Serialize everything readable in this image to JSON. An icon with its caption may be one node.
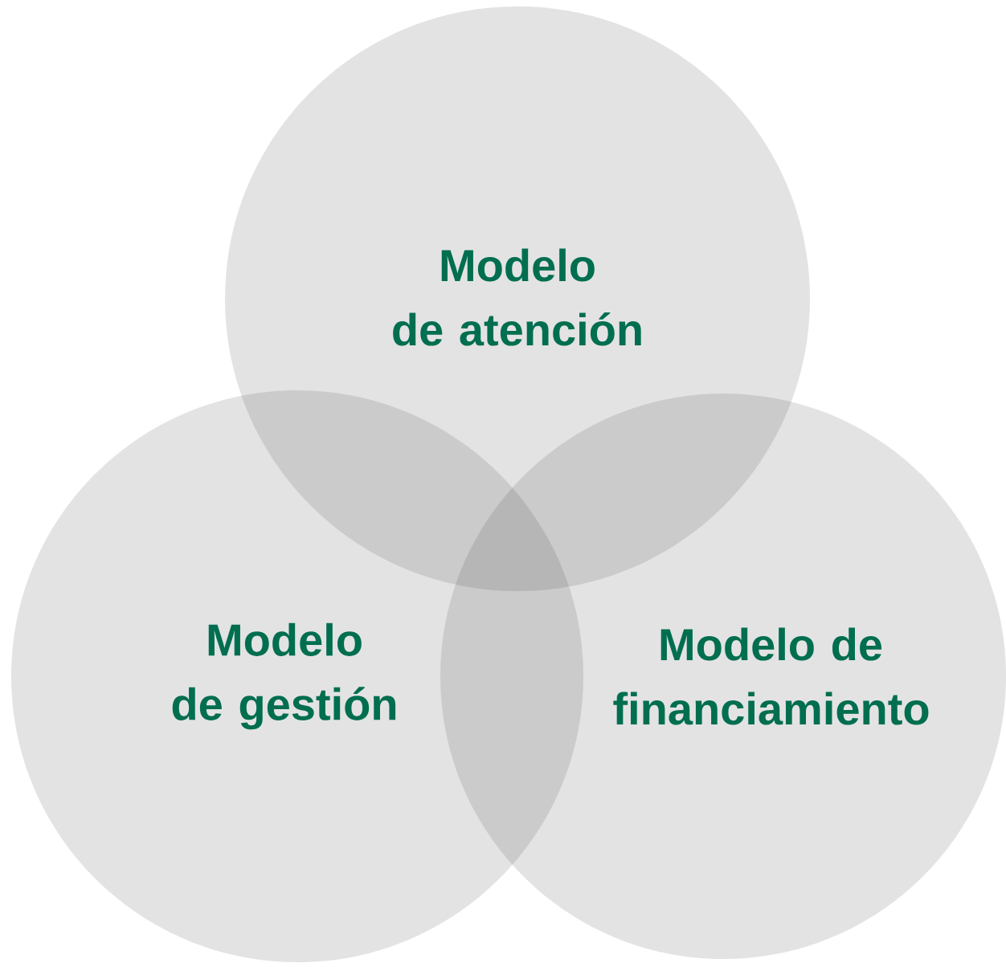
{
  "diagram": {
    "nodes": [
      {
        "text": [
          "Modelo de atención"
        ]
      },
      {
        "text": [
          "Modelo de gestión"
        ]
      },
      {
        "text": [
          "Modelo de financiamiento"
        ]
      }
    ]
  }
}
